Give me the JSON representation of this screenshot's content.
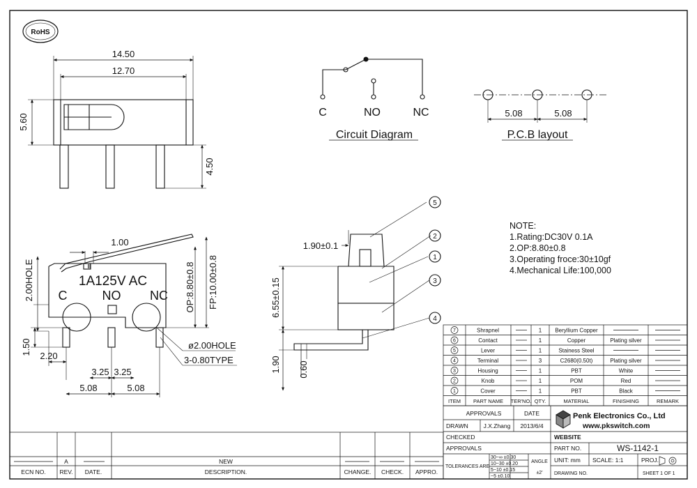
{
  "rohs": "RoHS",
  "dims": {
    "w_total": "14.50",
    "w_inner": "12.70",
    "h_body": "5.60",
    "pin_len": "4.50",
    "lever_off": "1.00",
    "hole_dim": "2.00HOLE",
    "op_vert": "OP:8.80±0.8",
    "fp_vert": "FP:10.00±0.8",
    "pin_h": "1.50",
    "pin_off": "2.20",
    "p1": "3.25",
    "p2": "3.25",
    "s1": "5.08",
    "s2": "5.08",
    "hole_call": "ø2.00HOLE",
    "type_call": "3-0.80TYPE",
    "side_top": "1.90±0.1",
    "side_h": "6.55±0.15",
    "side_bot": "1.90",
    "side_t": "0.60"
  },
  "body_text": {
    "rating": "1A125V AC",
    "c": "C",
    "no": "NO",
    "nc": "NC"
  },
  "circuit": {
    "c": "C",
    "no": "NO",
    "nc": "NC",
    "title": "Circuit Diagram"
  },
  "pcb": {
    "d1": "5.08",
    "d2": "5.08",
    "title": "P.C.B layout"
  },
  "notes": {
    "title": "NOTE:",
    "lines": [
      "1.Rating:DC30V  0.1A",
      "2.OP:8.80±0.8",
      "3.Operating froce:30±10gf",
      "4.Mechanical  Life:100,000"
    ]
  },
  "balloons": [
    "5",
    "2",
    "1",
    "3",
    "4"
  ],
  "bom": {
    "rows": [
      {
        "item": "7",
        "name": "Shrapnel",
        "qty": "1",
        "material": "Beryllium Copper",
        "finishing": "",
        "remark": ""
      },
      {
        "item": "6",
        "name": "Contact",
        "qty": "1",
        "material": "Copper",
        "finishing": "Plating silver",
        "remark": ""
      },
      {
        "item": "5",
        "name": "Lever",
        "qty": "1",
        "material": "Stainess Steel",
        "finishing": "",
        "remark": ""
      },
      {
        "item": "4",
        "name": "Terminal",
        "qty": "3",
        "material": "C2680(0.50t)",
        "finishing": "Plating silver",
        "remark": ""
      },
      {
        "item": "3",
        "name": "Housing",
        "qty": "1",
        "material": "PBT",
        "finishing": "White",
        "remark": ""
      },
      {
        "item": "2",
        "name": "Knob",
        "qty": "1",
        "material": "POM",
        "finishing": "Red",
        "remark": ""
      },
      {
        "item": "1",
        "name": "Cover",
        "qty": "1",
        "material": "PBT",
        "finishing": "Black",
        "remark": ""
      }
    ],
    "headers": [
      "ITEM",
      "PART NAME",
      "TER'NO.",
      "QTY.",
      "MATERIAL",
      "FINISHING",
      "REMARK"
    ]
  },
  "title_block": {
    "approvals": "APPROVALS",
    "date": "DATE",
    "drawn": "DRAWN",
    "drawn_by": "J.X.Zhang",
    "drawn_date": "2013/6/4",
    "checked": "CHECKED",
    "approvals2": "APPROVALS",
    "tolerances": "TOLERANCES ARE",
    "tol_r": [
      "30~∞  ±0.30",
      "10~30  ±0.20",
      "5~10  ±0.15",
      "~5  ±0.10"
    ],
    "angle": "ANGLE",
    "angle_v": "±2'",
    "company": "Penk Electronics Co., Ltd",
    "url": "www.pkswitch.com",
    "website": "WEBSITE",
    "part_no_lbl": "PART NO.",
    "part_no": "WS-1142-1",
    "unit": "UNIT: mm",
    "scale": "SCALE:  1:1",
    "proj": "PROJ.",
    "drawing_no": "DRAWING NO.",
    "sheet": "SHEET  1 OF 1"
  },
  "rev_block": {
    "a": "A",
    "new": "NEW",
    "ecn": "ECN NO.",
    "rev": "REV.",
    "date": "DATE.",
    "desc": "DESCRIPTION.",
    "change": "CHANGE.",
    "check": "CHECK.",
    "appro": "APPRO."
  }
}
